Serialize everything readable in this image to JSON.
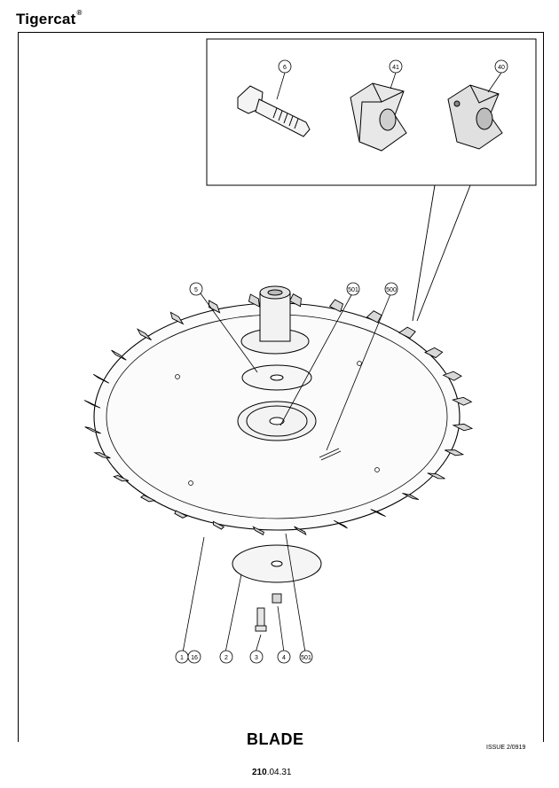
{
  "header": {
    "brand": "Tigercat",
    "brand_mark": "®"
  },
  "footer": {
    "title": "BLADE",
    "issue": "ISSUE 2/0919",
    "page_bold": "210",
    "page_rest": ".04.31"
  },
  "callouts": {
    "c6": "6",
    "c41": "41",
    "c40": "40",
    "c5": "5",
    "c501top": "501",
    "c500": "500",
    "c1": "1",
    "c16": "16",
    "c2": "2",
    "c3": "3",
    "c4": "4",
    "c501bot": "501"
  }
}
